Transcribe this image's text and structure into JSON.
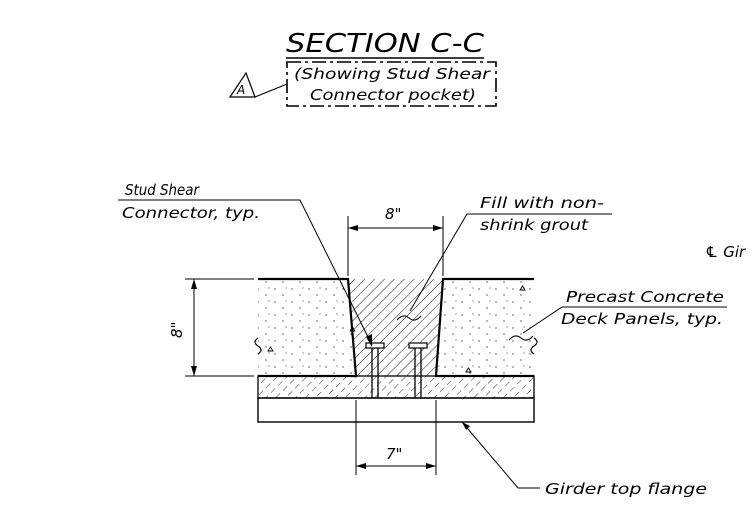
{
  "title": {
    "section": "SECTION C-C",
    "revision_mark": "A",
    "note_line1": "(Showing Stud Shear",
    "note_line2": "Connector pocket)"
  },
  "labels": {
    "stud_line1": "Stud Shear",
    "stud_line2": "Connector, typ.",
    "fill_line1": "Fill with non-",
    "fill_line2": "shrink grout",
    "centerline": "℄ Gir",
    "panel_line1": "Precast Concrete",
    "panel_line2": "Deck Panels, typ.",
    "flange": "Girder top flange"
  },
  "dimensions": {
    "top_width": "8\"",
    "depth": "8\"",
    "bottom_width": "7\""
  }
}
